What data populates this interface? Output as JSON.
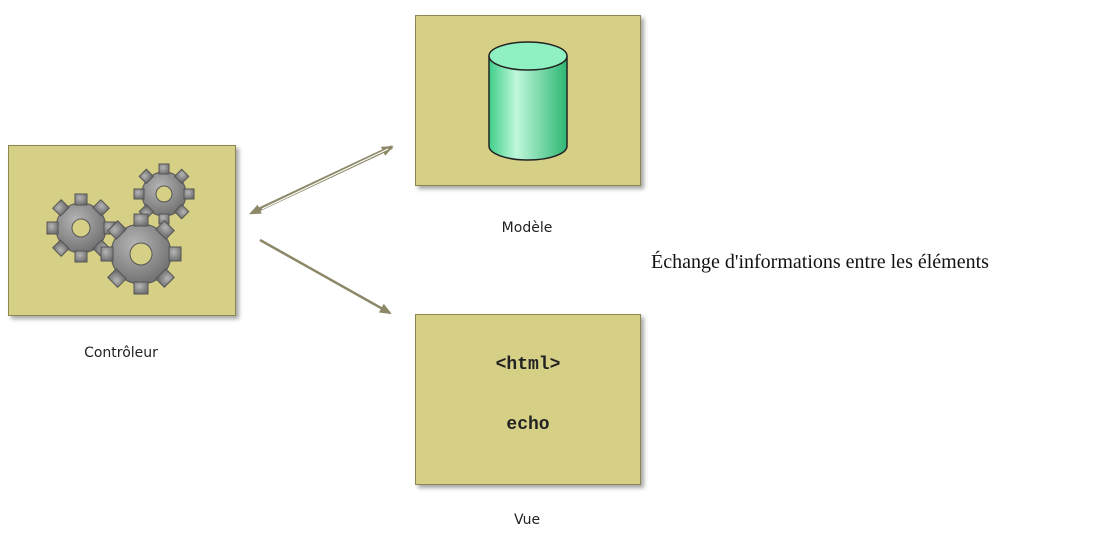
{
  "nodes": {
    "controller": {
      "label": "Contrôleur"
    },
    "model": {
      "label": "Modèle"
    },
    "view": {
      "label": "Vue",
      "code_line1": "<html>",
      "code_line2": "echo"
    }
  },
  "caption": "Échange d'informations entre les éléments",
  "colors": {
    "box_fill": "#d6d087",
    "cylinder_fill": "#6fe3a9",
    "gear_fill": "#8f8f8f",
    "arrow": "#8c8868"
  }
}
